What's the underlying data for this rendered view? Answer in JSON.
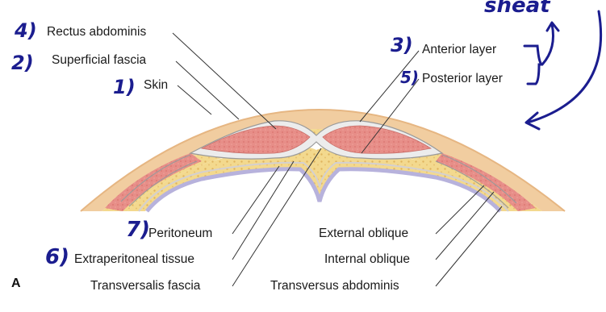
{
  "figure": {
    "panel_label": "A",
    "labels": {
      "rectus_abdominis": "Rectus abdominis",
      "superficial_fascia": "Superficial fascia",
      "skin": "Skin",
      "anterior_layer": "Anterior layer",
      "posterior_layer": "Posterior layer",
      "peritoneum": "Peritoneum",
      "extraperitoneal_tissue": "Extraperitoneal tissue",
      "transversalis_fascia": "Transversalis fascia",
      "external_oblique": "External oblique",
      "internal_oblique": "Internal oblique",
      "transversus_abdominis": "Transversus abdominis"
    }
  },
  "annotations": {
    "n4": "4)",
    "n2": "2)",
    "n1": "1)",
    "n3": "3)",
    "n5": "5)",
    "n7": "7)",
    "n6": "6)",
    "sheath": "sheat"
  },
  "colors": {
    "skin": "#f1cda0",
    "fat": "#f3d98e",
    "fat_dot": "#e3b864",
    "muscle": "#e78e88",
    "fascia": "#ececec",
    "fascia_line": "#9a9a9a",
    "peritoneum": "#b7b2dc",
    "ink": "#1b1d8f"
  }
}
